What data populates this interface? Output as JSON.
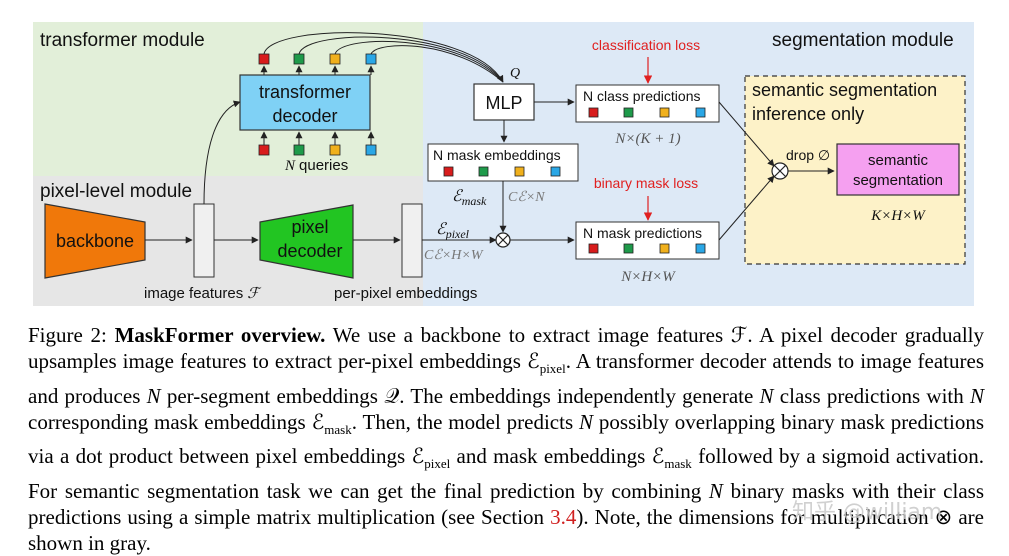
{
  "modules": {
    "transformer": "transformer module",
    "segmentation": "segmentation module",
    "pixel_level": "pixel-level module"
  },
  "blocks": {
    "transformer_decoder_line1": "transformer",
    "transformer_decoder_line2": "decoder",
    "queries": "queries",
    "queries_var": "N",
    "backbone": "backbone",
    "pixel_decoder_line1": "pixel",
    "pixel_decoder_line2": "decoder",
    "mlp": "MLP",
    "q_label": "Q",
    "image_features": "image features",
    "image_features_sym": "ℱ",
    "per_pixel_embeddings": "per-pixel embeddings",
    "e_pixel": "ℰ",
    "e_pixel_sub": "pixel",
    "e_pixel_dim": "Cℰ×H×W",
    "mask_embeddings": "N mask embeddings",
    "e_mask": "ℰ",
    "e_mask_sub": "mask",
    "e_mask_dim": "Cℰ×N",
    "class_predictions": "N class predictions",
    "class_dim": "N×(K + 1)",
    "classification_loss": "classification loss",
    "mask_predictions": "N mask predictions",
    "mask_dim": "N×H×W",
    "binary_mask_loss": "binary mask loss",
    "inference_line1": "semantic segmentation",
    "inference_line2": "inference only",
    "drop": "drop ∅",
    "semantic_seg_line1": "semantic",
    "semantic_seg_line2": "segmentation",
    "semantic_dim": "K×H×W"
  },
  "colors": {
    "transformer_bg": "#e2efd9",
    "segmentation_bg": "#dde9f6",
    "pixel_bg": "#e6e6e6",
    "decoder_fill": "#7fd1f5",
    "backbone_fill": "#f0780a",
    "pixel_decoder_fill": "#22c522",
    "inference_bg": "#fdf2c8",
    "semantic_fill": "#f5a0f0",
    "loss_red": "#e02020",
    "token_red": "#d81c1c",
    "token_green": "#1e9a4a",
    "token_yellow": "#f0b01c",
    "token_blue": "#2aa7e6"
  },
  "caption": {
    "figure_label": "Figure 2:",
    "bold_title": "MaskFormer overview.",
    "text_1": "We use a backbone to extract image features ℱ. A pixel decoder gradually upsamples image features to extract per-pixel embeddings ℰ",
    "sub_pixel_1": "pixel",
    "text_2": ". A transformer decoder attends to image features and produces ",
    "n_1": "N",
    "text_3": " per-segment embeddings 𝒬. The embeddings independently generate ",
    "n_2": "N",
    "text_4": " class predictions with ",
    "n_3": "N",
    "text_5": " corresponding mask embeddings ℰ",
    "sub_mask_1": "mask",
    "text_6": ". Then, the model predicts ",
    "n_4": "N",
    "text_7": " possibly overlapping binary mask predictions via a dot product between pixel embeddings ℰ",
    "sub_pixel_2": "pixel",
    "text_8": " and mask embeddings ℰ",
    "sub_mask_2": "mask",
    "text_9": " followed by a sigmoid activation. For semantic segmentation task we can get the final prediction by combining ",
    "n_5": "N",
    "text_10": " binary masks with their class predictions using a simple matrix multiplication (see Section ",
    "section_ref": "3.4",
    "text_11": "). Note, the dimensions for multiplication ⊗ are shown in gray."
  },
  "watermark": "知乎 @william"
}
